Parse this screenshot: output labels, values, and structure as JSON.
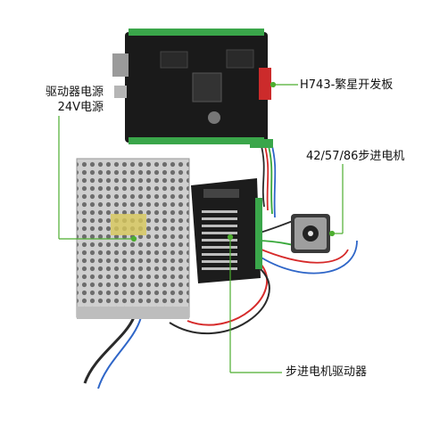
{
  "labels": {
    "board": "H743-繁星开发板",
    "psu_line1": "驱动器电源",
    "psu_line2": "24V电源",
    "motor": "42/57/86步进电机",
    "driver": "步进电机驱动器"
  },
  "colors": {
    "callout": "#4cae2f",
    "board_pcb": "#1a1a1a",
    "terminal_green": "#3aa64a",
    "psu_metal": "#c9c9c9",
    "driver_body": "#1c1c1c",
    "wire_red": "#d62a2a",
    "wire_blue": "#2f66c8",
    "wire_green": "#38a83a",
    "wire_black": "#2a2a2a"
  }
}
